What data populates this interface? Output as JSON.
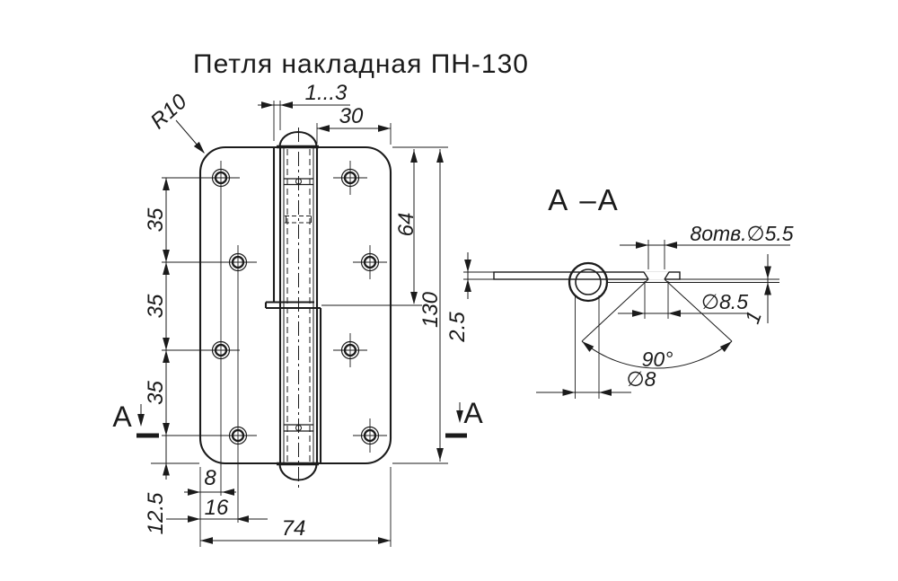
{
  "title": "Петля накладная ПН-130",
  "section_view": {
    "title": "А –А",
    "marker": "А"
  },
  "dimensions": {
    "pin_gap": "1...3",
    "leaf_width_top": "30",
    "hole_pitch_a": "35",
    "hole_pitch_b": "35",
    "hole_pitch_c": "35",
    "corner_radius": "R10",
    "upper_leaf_length": "64",
    "overall_height": "130",
    "bottom_hole_offset": "12.5",
    "hole_column_offset_a": "8",
    "hole_column_offset_b": "16",
    "overall_width": "74",
    "plate_thickness": "2.5",
    "holes_callout": "8отв.∅5.5",
    "countersink_diameter": "∅8.5",
    "countersink_angle": "90°",
    "pin_diameter": "∅8",
    "countersink_depth": "1"
  }
}
